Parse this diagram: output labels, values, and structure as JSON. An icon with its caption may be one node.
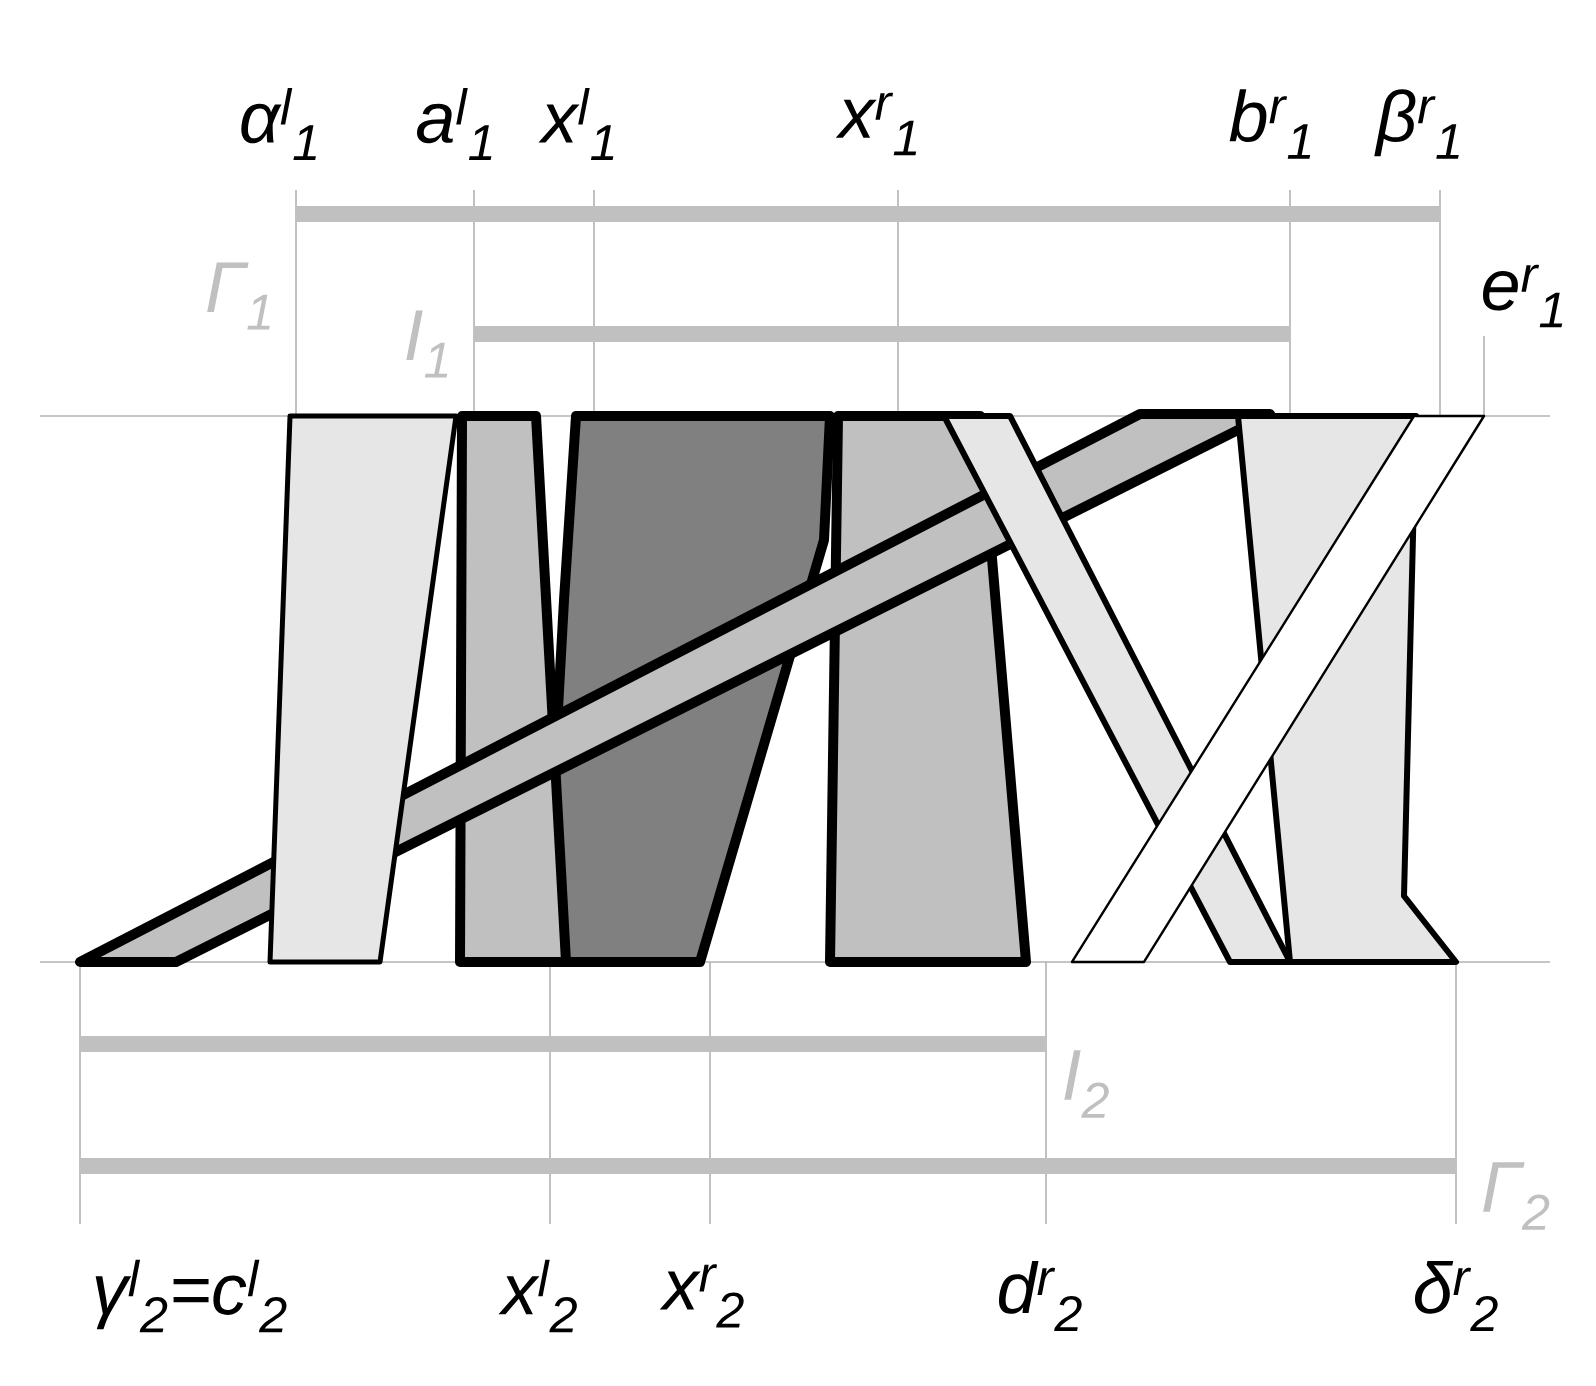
{
  "diagram": {
    "labels": [
      "α$^{l}$$_{1}$",
      "a$^{l}$$_{1}$",
      "x$^{l}$$_{1}$",
      "x$^{r}$$_{1}$",
      "b$^{r}$$_{1}$",
      "β$^{r}$$_{1}$",
      "Γ$_{1}$",
      "e$^{r}$$_{1}$",
      "I$_{1}$",
      "I$_{2}$",
      "Γ$_{2}$",
      "γ$^{l}$$_{2}$=c$^{l}$$_{2}$",
      "x$^{l}$$_{2}$",
      "x$^{r}$$_{2}$",
      "d$^{r}$$_{2}$",
      "δ$^{r}$$_{2}$"
    ]
  }
}
